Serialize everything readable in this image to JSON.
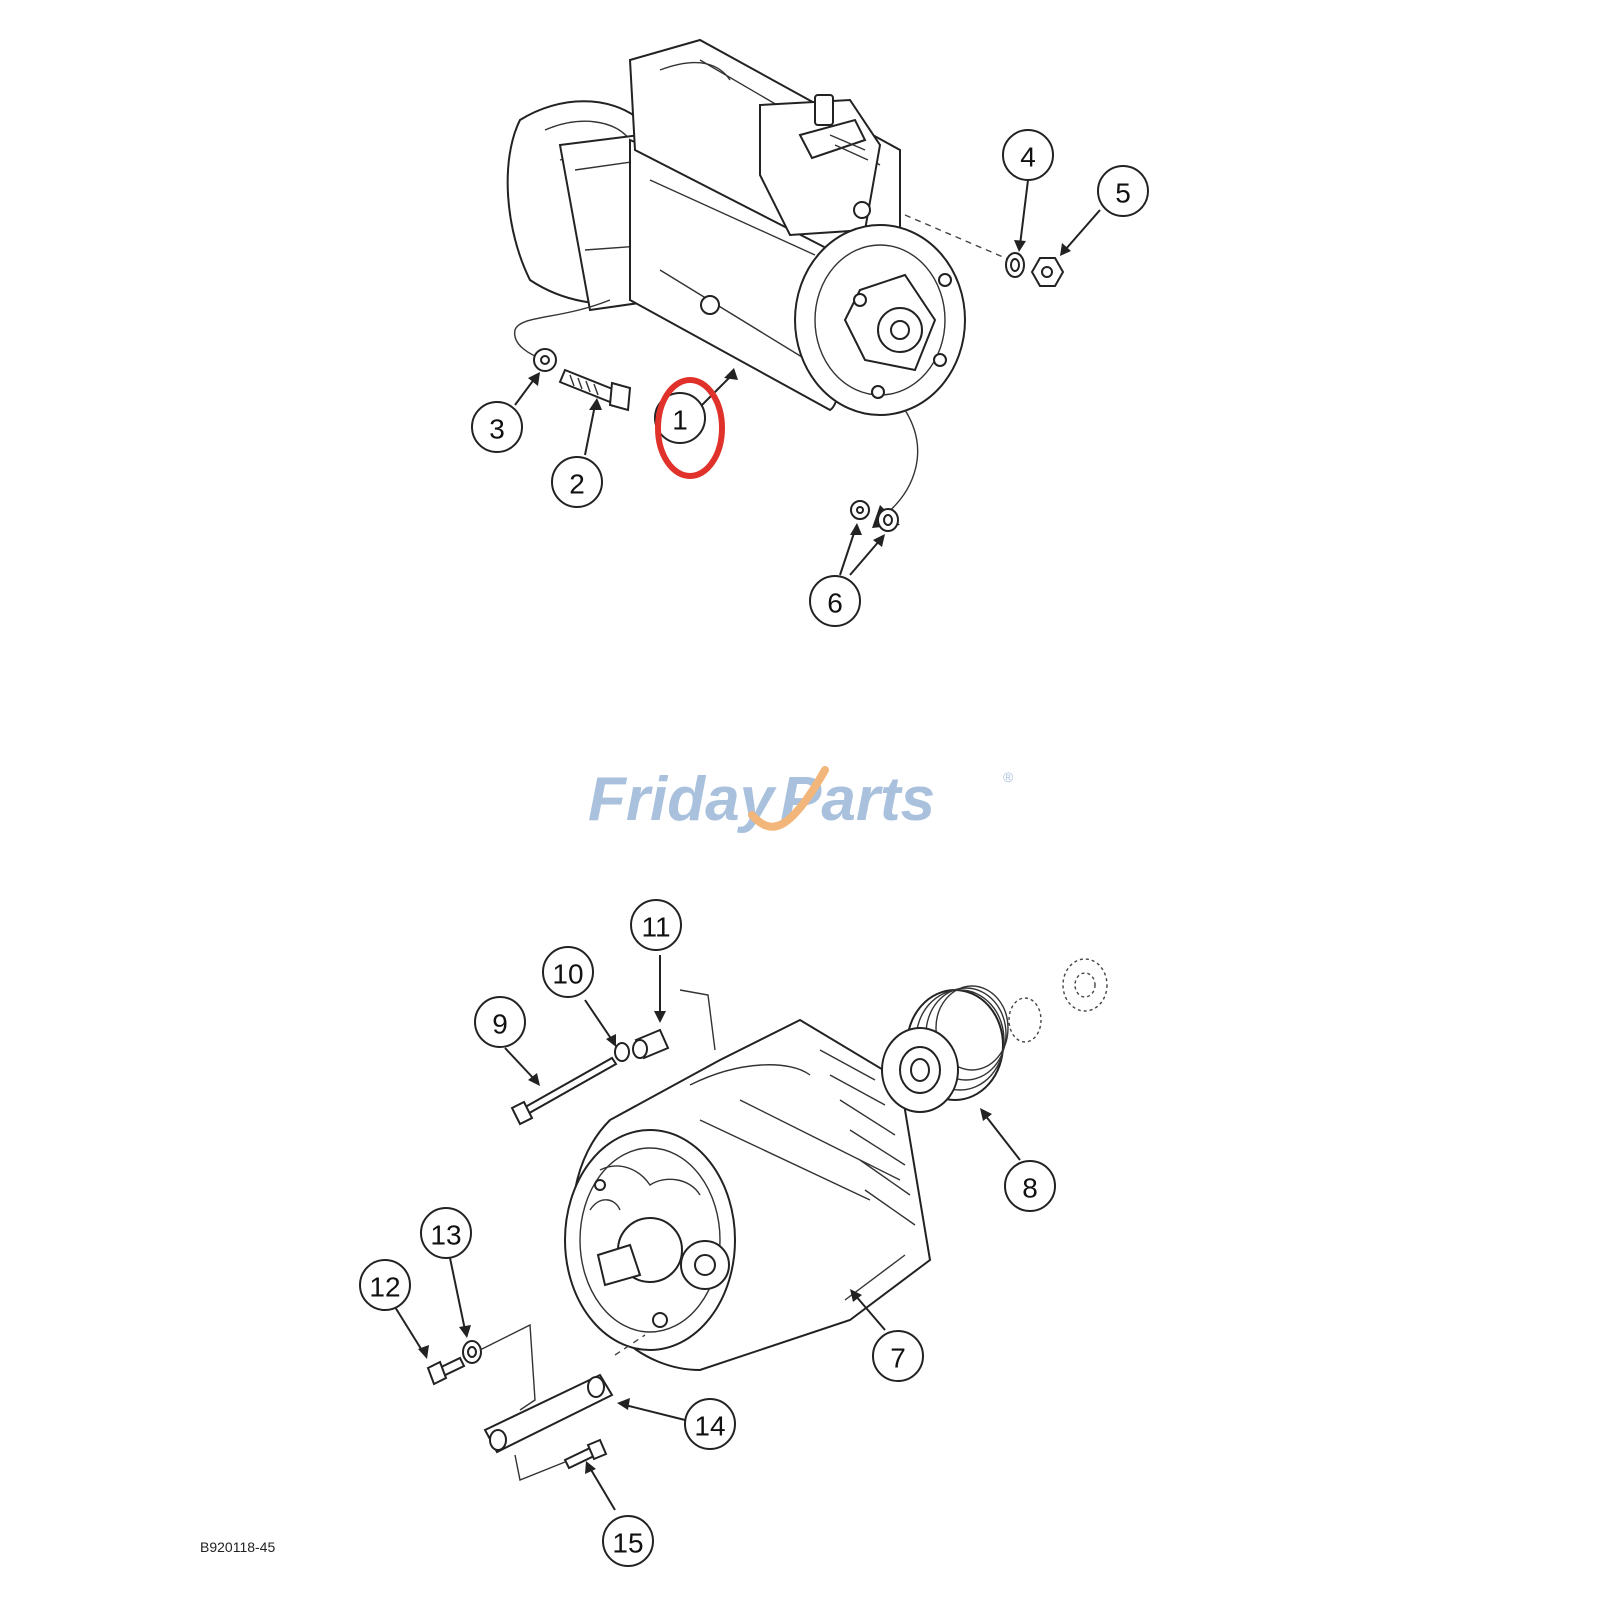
{
  "diagram": {
    "callouts": [
      {
        "id": "1",
        "label": "1"
      },
      {
        "id": "2",
        "label": "2"
      },
      {
        "id": "3",
        "label": "3"
      },
      {
        "id": "4",
        "label": "4"
      },
      {
        "id": "5",
        "label": "5"
      },
      {
        "id": "6",
        "label": "6"
      },
      {
        "id": "7",
        "label": "7"
      },
      {
        "id": "8",
        "label": "8"
      },
      {
        "id": "9",
        "label": "9"
      },
      {
        "id": "10",
        "label": "10"
      },
      {
        "id": "11",
        "label": "11"
      },
      {
        "id": "12",
        "label": "12"
      },
      {
        "id": "13",
        "label": "13"
      },
      {
        "id": "14",
        "label": "14"
      },
      {
        "id": "15",
        "label": "15"
      }
    ],
    "highlighted_callout": "1",
    "highlight_color": "#e0322b",
    "reference_code": "B920118-45"
  },
  "watermark": {
    "text_a": "Friday",
    "text_b": "Parts",
    "mark": "®",
    "color": "#a9c1dd",
    "accent_color": "#f2b67a"
  }
}
